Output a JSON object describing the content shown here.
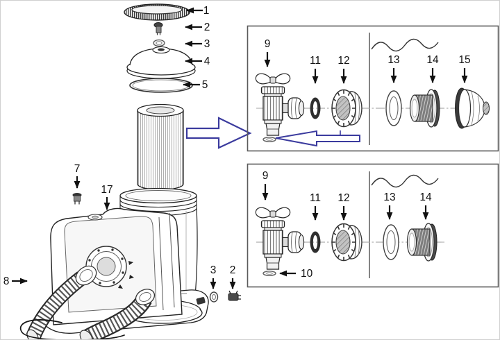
{
  "colors": {
    "arrow_blue": "#3b3b9e",
    "ink": "#111111",
    "line": "#222222",
    "panel_border": "#5a5a5a",
    "background": "#ffffff"
  },
  "labels": {
    "left": {
      "lid_ring": "1",
      "air_valve": "2",
      "washer": "3",
      "tank_cover": "4",
      "cover_oring": "5",
      "pump_air_valve": "7",
      "motor_housing": "17",
      "hose": "8",
      "washer_bottom": "3",
      "air_valve_bottom": "2"
    },
    "top_panel": {
      "plunger_valve": "9",
      "oring": "11",
      "nut": "12",
      "wall_washer": "13",
      "wall_fitting": "14",
      "strainer": "15"
    },
    "bottom_panel": {
      "plunger_valve": "9",
      "oring": "11",
      "nut": "12",
      "wall_washer": "13",
      "wall_fitting": "14",
      "valve_oring": "10"
    }
  }
}
